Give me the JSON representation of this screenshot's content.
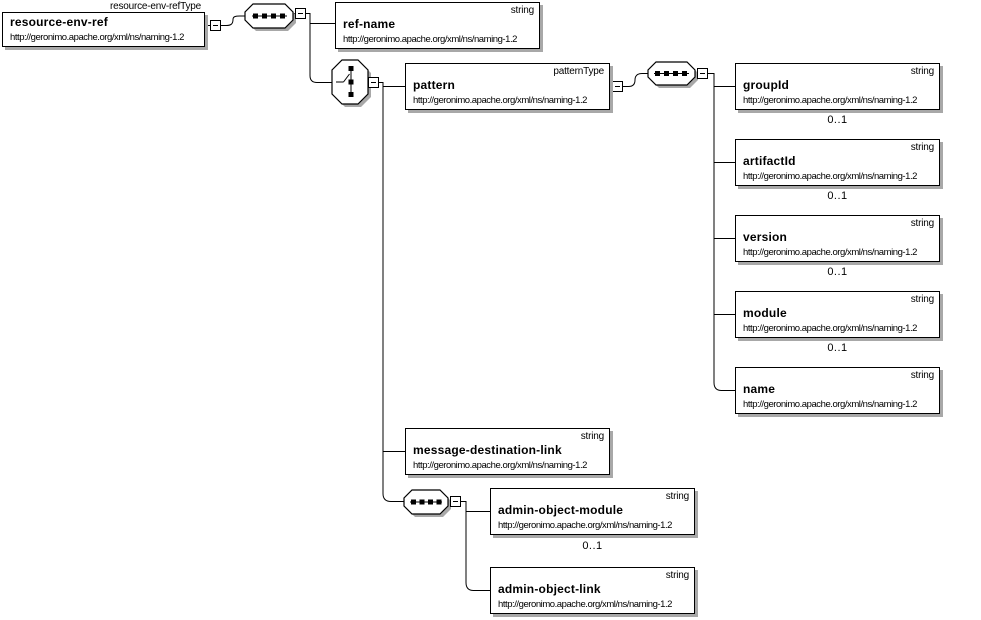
{
  "root": {
    "name": "resource-env-ref",
    "type": "resource-env-refType",
    "namespace": "http://geronimo.apache.org/xml/ns/naming-1.2"
  },
  "nodes": [
    {
      "name": "ref-name",
      "type": "string",
      "namespace": "http://geronimo.apache.org/xml/ns/naming-1.2"
    },
    {
      "name": "pattern",
      "type": "patternType",
      "namespace": "http://geronimo.apache.org/xml/ns/naming-1.2"
    },
    {
      "name": "groupId",
      "type": "string",
      "namespace": "http://geronimo.apache.org/xml/ns/naming-1.2",
      "cardinality": "0..1"
    },
    {
      "name": "artifactId",
      "type": "string",
      "namespace": "http://geronimo.apache.org/xml/ns/naming-1.2",
      "cardinality": "0..1"
    },
    {
      "name": "version",
      "type": "string",
      "namespace": "http://geronimo.apache.org/xml/ns/naming-1.2",
      "cardinality": "0..1"
    },
    {
      "name": "module",
      "type": "string",
      "namespace": "http://geronimo.apache.org/xml/ns/naming-1.2",
      "cardinality": "0..1"
    },
    {
      "name": "name",
      "type": "string",
      "namespace": "http://geronimo.apache.org/xml/ns/naming-1.2"
    },
    {
      "name": "message-destination-link",
      "type": "string",
      "namespace": "http://geronimo.apache.org/xml/ns/naming-1.2"
    },
    {
      "name": "admin-object-module",
      "type": "string",
      "namespace": "http://geronimo.apache.org/xml/ns/naming-1.2",
      "cardinality": "0..1"
    },
    {
      "name": "admin-object-link",
      "type": "string",
      "namespace": "http://geronimo.apache.org/xml/ns/naming-1.2"
    }
  ],
  "colors": {
    "border": "#000000",
    "background": "#ffffff",
    "shadow": "#a8a8a8",
    "line": "#000000",
    "text": "#000000"
  }
}
